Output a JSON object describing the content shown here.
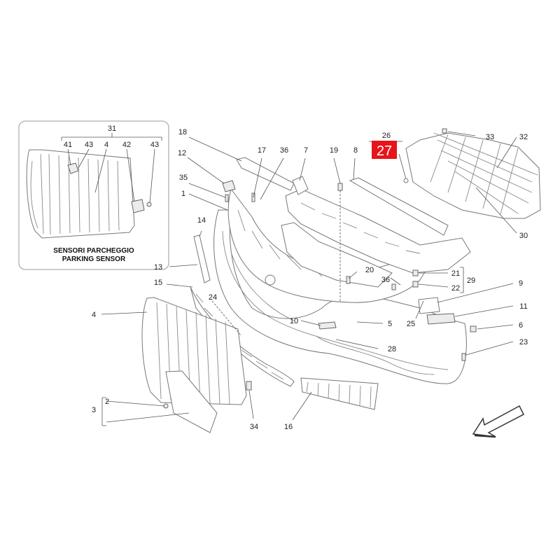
{
  "colors": {
    "highlight": "#e8141b",
    "line": "#555555",
    "part_stroke": "#777777"
  },
  "inset": {
    "caption_line1": "SENSORI PARCHEGGIO",
    "caption_line2": "PARKING SENSOR"
  },
  "highlight_label": "27",
  "labels": {
    "l1": "1",
    "l2": "2",
    "l3": "3",
    "l4": "4",
    "l5": "5",
    "l6": "6",
    "l7": "7",
    "l8": "8",
    "l9": "9",
    "l10": "10",
    "l11": "11",
    "l12": "12",
    "l13": "13",
    "l14": "14",
    "l15": "15",
    "l16": "16",
    "l17": "17",
    "l18": "18",
    "l19": "19",
    "l20": "20",
    "l21": "21",
    "l22": "22",
    "l23": "23",
    "l24": "24",
    "l25": "25",
    "l26": "26",
    "l28": "28",
    "l29": "29",
    "l30": "30",
    "l31": "31",
    "l32": "32",
    "l33": "33",
    "l34": "34",
    "l35": "35",
    "l36a": "36",
    "l36b": "36",
    "i41": "41",
    "i43a": "43",
    "i4": "4",
    "i42": "42",
    "i43b": "43"
  },
  "direction_arrow_icon": "arrow-down-left-icon"
}
